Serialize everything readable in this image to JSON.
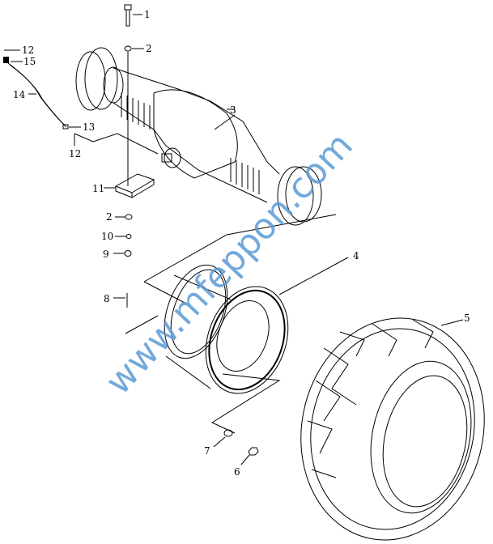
{
  "diagram": {
    "title": "Rear axle and wheel assembly exploded view",
    "callouts": [
      {
        "id": "c1",
        "text": "1"
      },
      {
        "id": "c2a",
        "text": "2"
      },
      {
        "id": "c3",
        "text": "3"
      },
      {
        "id": "c12a",
        "text": "12"
      },
      {
        "id": "c15",
        "text": "15"
      },
      {
        "id": "c14",
        "text": "14"
      },
      {
        "id": "c13",
        "text": "13"
      },
      {
        "id": "c12b",
        "text": "12"
      },
      {
        "id": "c11",
        "text": "11"
      },
      {
        "id": "c2b",
        "text": "2"
      },
      {
        "id": "c10",
        "text": "10"
      },
      {
        "id": "c9",
        "text": "9"
      },
      {
        "id": "c8",
        "text": "8"
      },
      {
        "id": "c4",
        "text": "4"
      },
      {
        "id": "c5",
        "text": "5"
      },
      {
        "id": "c7",
        "text": "7"
      },
      {
        "id": "c6",
        "text": "6"
      }
    ],
    "watermark": "www.mfeppon.com"
  }
}
